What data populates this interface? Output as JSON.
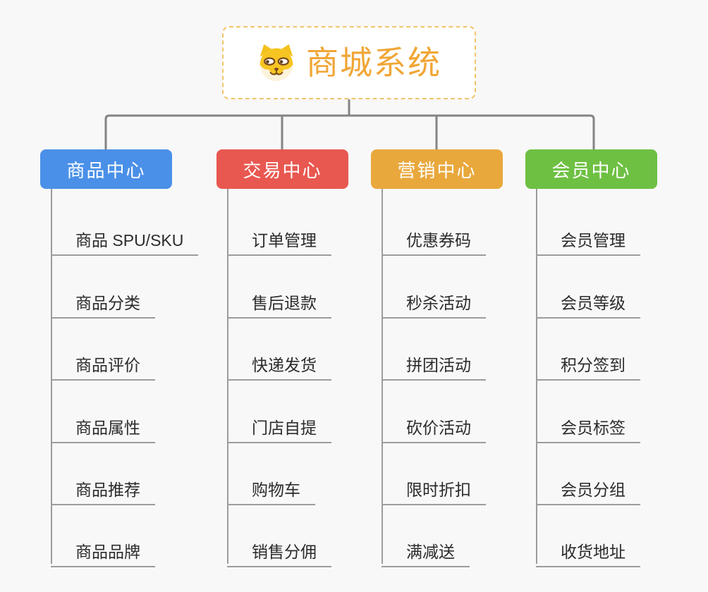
{
  "root": {
    "title": "商城系统",
    "icon": "dog-face-icon",
    "title_color": "#f0a636",
    "border_color": "#f2c46c"
  },
  "branches": [
    {
      "label": "商品中心",
      "color": "#4a90e8",
      "items": [
        "商品 SPU/SKU",
        "商品分类",
        "商品评价",
        "商品属性",
        "商品推荐",
        "商品品牌"
      ]
    },
    {
      "label": "交易中心",
      "color": "#e85850",
      "items": [
        "订单管理",
        "售后退款",
        "快递发货",
        "门店自提",
        "购物车",
        "销售分佣"
      ]
    },
    {
      "label": "营销中心",
      "color": "#e9a83c",
      "items": [
        "优惠券码",
        "秒杀活动",
        "拼团活动",
        "砍价活动",
        "限时折扣",
        "满减送"
      ]
    },
    {
      "label": "会员中心",
      "color": "#6ec043",
      "items": [
        "会员管理",
        "会员等级",
        "积分签到",
        "会员标签",
        "会员分组",
        "收货地址"
      ]
    }
  ],
  "colors": {
    "background": "#f8f8f8",
    "connector": "#848484",
    "leaf_line": "#9c9c9c",
    "leaf_text": "#2b2b2b"
  }
}
